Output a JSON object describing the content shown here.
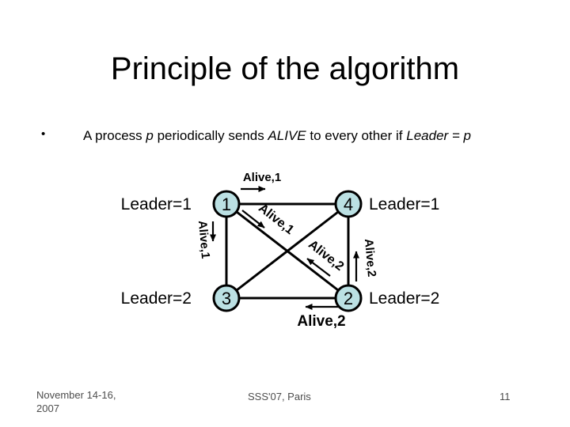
{
  "slide": {
    "title": "Principle of the algorithm",
    "bullet": {
      "marker": "•",
      "segments": [
        {
          "text": "A process ",
          "style": "normal"
        },
        {
          "text": "p",
          "style": "italic"
        },
        {
          "text": " periodically sends ",
          "style": "normal"
        },
        {
          "text": "ALIVE",
          "style": "italic"
        },
        {
          "text": " to every other if ",
          "style": "normal"
        },
        {
          "text": "Leader = p",
          "style": "italic"
        }
      ]
    }
  },
  "diagram": {
    "node_fill": "#bbe0e3",
    "line_color": "#000000",
    "nodes": [
      {
        "id": "1",
        "leader": "Leader=1",
        "position": "top-left"
      },
      {
        "id": "4",
        "leader": "Leader=1",
        "position": "top-right"
      },
      {
        "id": "3",
        "leader": "Leader=2",
        "position": "bottom-left"
      },
      {
        "id": "2",
        "leader": "Leader=2",
        "position": "bottom-right"
      }
    ],
    "messages": [
      {
        "label": "Alive,1",
        "from": "1",
        "to": "4"
      },
      {
        "label": "Alive,1",
        "from": "1",
        "to": "3"
      },
      {
        "label": "Alive,1",
        "from": "1",
        "to": "2"
      },
      {
        "label": "Alive,2",
        "from": "2",
        "to": "1"
      },
      {
        "label": "Alive,2",
        "from": "2",
        "to": "4"
      },
      {
        "label": "Alive,2",
        "from": "2",
        "to": "3"
      }
    ]
  },
  "footer": {
    "date": "November 14-16, 2007",
    "venue": "SSS'07, Paris",
    "page_number": "11"
  }
}
